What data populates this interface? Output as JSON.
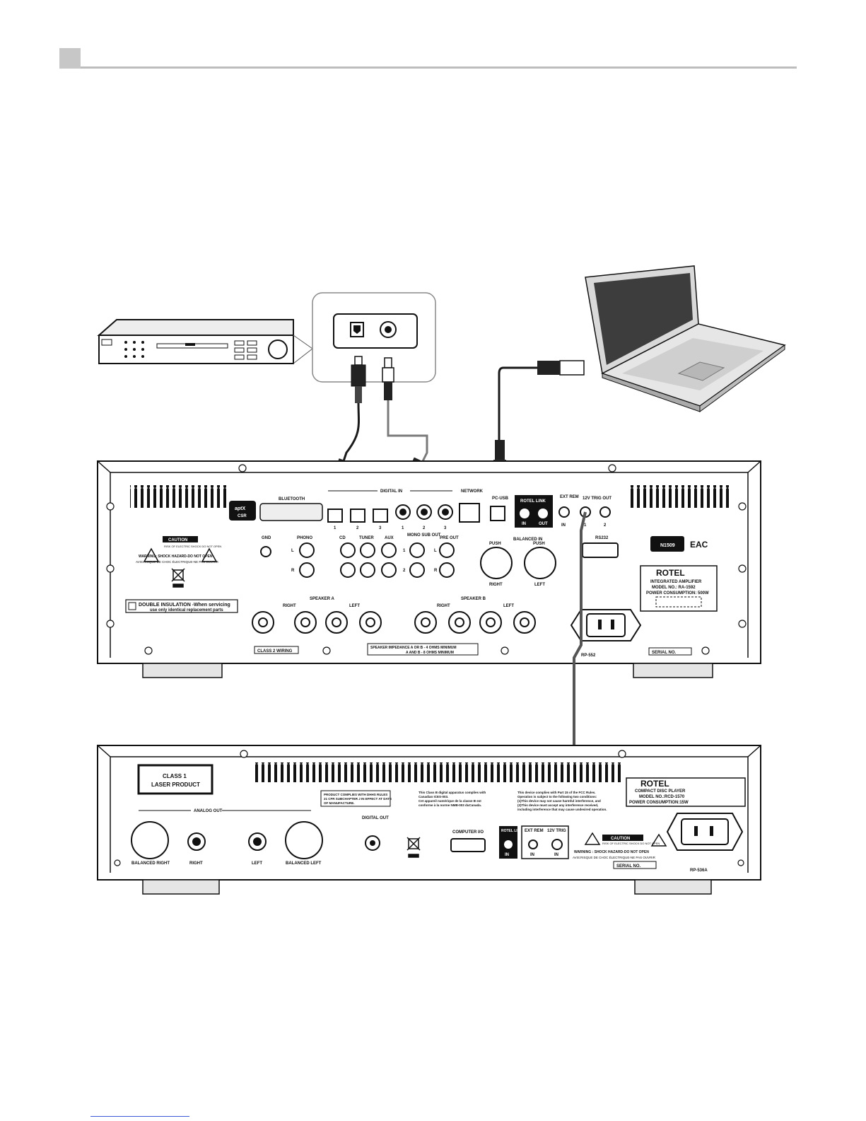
{
  "amp": {
    "bluetooth": "BLUETOOTH",
    "digital_in": "DIGITAL IN",
    "network": "NETWORK",
    "pc_usb": "PC-USB",
    "rotel_link": "ROTEL LINK",
    "ext_rem": "EXT REM",
    "trig_out": "12V TRIG OUT",
    "num1": "1",
    "num2": "2",
    "num3": "3",
    "in": "IN",
    "out": "OUT",
    "gnd": "GND",
    "phono": "PHONO",
    "cd": "CD",
    "tuner": "TUNER",
    "aux": "AUX",
    "mono_sub_out": "MONO SUB OUT",
    "pre_out": "PRE OUT",
    "balanced_in": "BALANCED IN",
    "push": "PUSH",
    "right": "RIGHT",
    "left": "LEFT",
    "l": "L",
    "r": "R",
    "rs232": "RS232",
    "caution": "CAUTION",
    "caution_sub": "RISK OF ELECTRIC SHOCK DO NOT OPEN",
    "warning1": "WARNING: SHOCK HAZARD-DO NOT OPEN",
    "warning2": "AVIS:RISQUE DE CHOC ÉLECTRIQUE-NE PAS OUVRIR",
    "double_insulation": "DOUBLE INSULATION -When servicing",
    "double_insulation2": "use only identical replacement parts",
    "speaker_a": "SPEAKER A",
    "speaker_b": "SPEAKER B",
    "class2": "CLASS 2 WIRING",
    "impedance1": "SPEAKER IMPEDANCE  A OR B - 4 OHMS MINIMUM",
    "impedance2": "A AND B - 8 OHMS MINIMUM",
    "cert": "N1509",
    "eac": "EAC",
    "brand": "ROTEL",
    "type": "INTEGRATED AMPLIFIER",
    "model": "MODEL NO.: RA-1592",
    "power": "POWER CONSUMPTION: 500W",
    "serial": "SERIAL NO.",
    "rp": "RP-552",
    "aptx": "aptX",
    "csr": "CSR"
  },
  "cdp": {
    "class1_a": "CLASS 1",
    "class1_b": "LASER PRODUCT",
    "analog_out": "ANALOG OUT",
    "balanced_right": "BALANCED RIGHT",
    "right": "RIGHT",
    "left": "LEFT",
    "balanced_left": "BALANCED LEFT",
    "dhhs1": "PRODUCT COMPLIES WITH DHHS RULES",
    "dhhs2": "21 CFR SUBCHAPTER J IN EFFECT AT DATE",
    "dhhs3": "OF MANUFACTURE.",
    "ices1": "This Class B digital apparatus complies with",
    "ices2": "Canadian ICES-003.",
    "ices3": "Cet appareil numérique de la classe B est",
    "ices4": "conforme à la norme NMB-003 duCanada.",
    "fcc1": "This device complies with Part 15 of the FCC Rules.",
    "fcc2": "Operation is subject to the following two conditions:",
    "fcc3": "(1)This device may not cause harmful interference, and",
    "fcc4": "(2)This device must accept any interference received,",
    "fcc5": "including interference that may cause undesired operation.",
    "digital_out": "DIGITAL OUT",
    "computer_io": "COMPUTER I/O",
    "rotel_link": "ROTEL LINK",
    "ext_rem": "EXT REM",
    "trig": "12V TRIG",
    "in": "IN",
    "brand": "ROTEL",
    "type": "COMPACT DISC PLAYER",
    "model": "MODEL NO.:RCD-1570",
    "power": "POWER CONSUMPTION:15W",
    "caution": "CAUTION",
    "caution_sub": "RISK OF ELECTRIC SHOCK DO NOT OPEN",
    "warning1": "WARNING : SHOCK HAZARD-DO NOT OPEN",
    "warning2": "AVIS:RISQUE DE CHOC ÉLECTRIQUE-NE PAS OUVRIR",
    "serial": "SERIAL NO.",
    "rp": "RP-536A"
  },
  "colors": {
    "cable_black": "#1a1a1a",
    "cable_grey": "#7a7a7a",
    "trigger_cable": "#555555",
    "page_marker": "#c7c7c7"
  }
}
